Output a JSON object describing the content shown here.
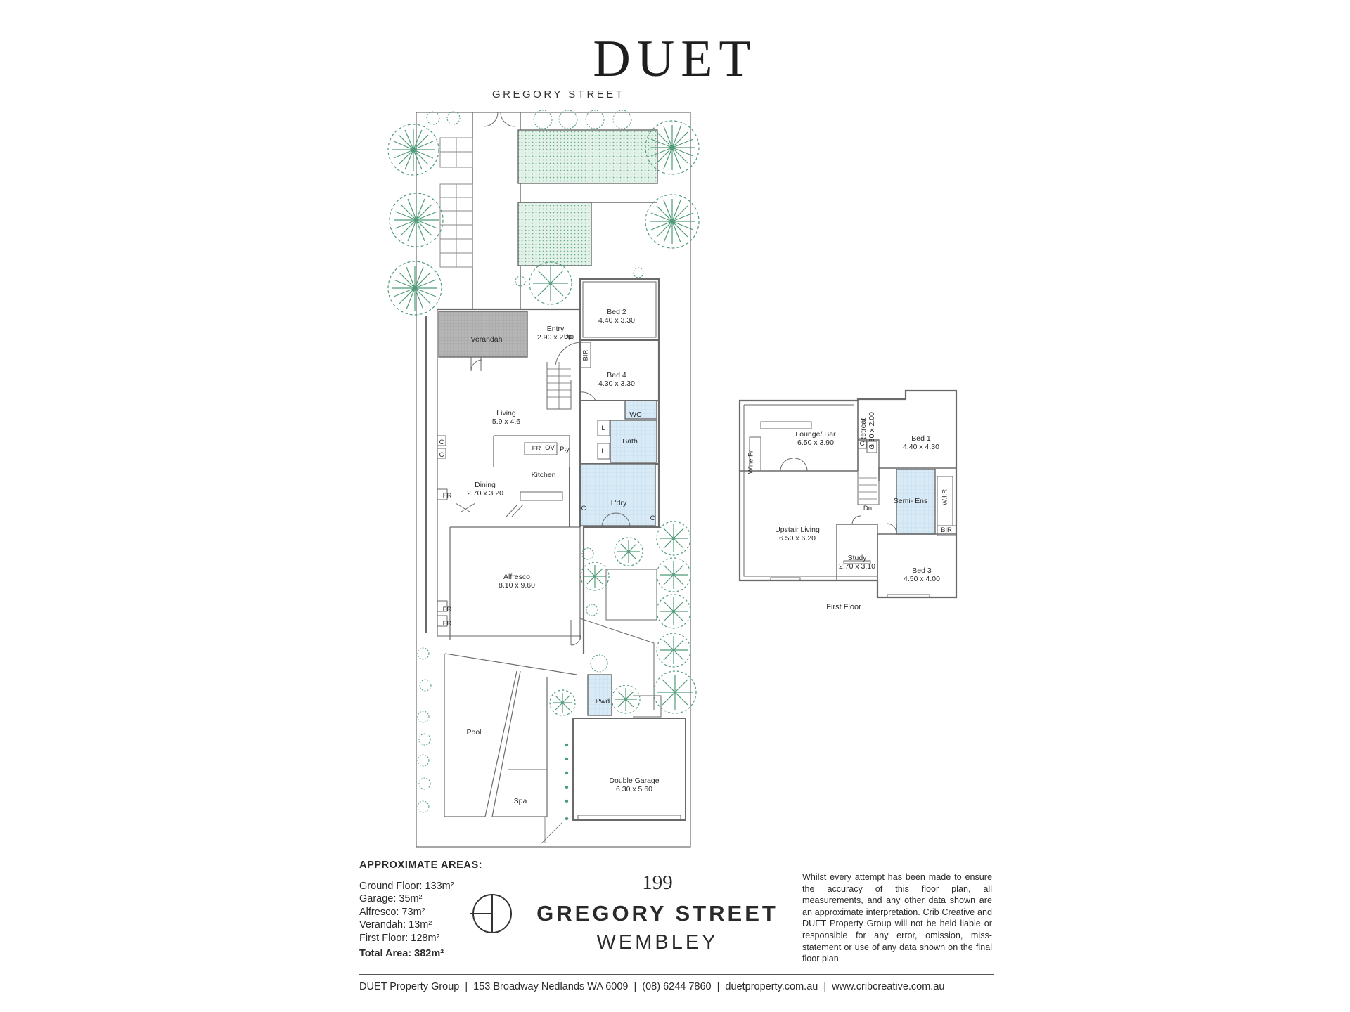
{
  "brand": {
    "logo_text": "DUET"
  },
  "site": {
    "street_label": "GREGORY STREET"
  },
  "ground_floor": {
    "rooms": [
      {
        "id": "bed2",
        "name": "Bed 2",
        "size": "4.40 x 3.30"
      },
      {
        "id": "entry",
        "name": "Entry",
        "size": "2.90 x 2.30"
      },
      {
        "id": "verandah",
        "name": "Verandah",
        "size": ""
      },
      {
        "id": "bed4",
        "name": "Bed 4",
        "size": "4.30 x 3.30"
      },
      {
        "id": "living",
        "name": "Living",
        "size": "5.9 x 4.6"
      },
      {
        "id": "bath",
        "name": "Bath",
        "size": ""
      },
      {
        "id": "wc",
        "name": "WC",
        "size": ""
      },
      {
        "id": "kitchen",
        "name": "Kitchen",
        "size": ""
      },
      {
        "id": "dining",
        "name": "Dining",
        "size": "2.70 x 3.20"
      },
      {
        "id": "ldry",
        "name": "L'dry",
        "size": ""
      },
      {
        "id": "alfresco",
        "name": "Alfresco",
        "size": "8.10 x 9.60"
      },
      {
        "id": "pwd",
        "name": "Pwd",
        "size": ""
      },
      {
        "id": "pool",
        "name": "Pool",
        "size": ""
      },
      {
        "id": "spa",
        "name": "Spa",
        "size": ""
      },
      {
        "id": "garage",
        "name": "Double Garage",
        "size": "6.30 x 5.60"
      }
    ],
    "fixtures": {
      "up": "Up",
      "bir": "BIR",
      "fr": "FR",
      "ov": "OV",
      "pty": "Pty",
      "c": "C",
      "l": "L"
    }
  },
  "first_floor": {
    "label": "First Floor",
    "rooms": [
      {
        "id": "lounge",
        "name": "Lounge/ Bar",
        "size": "6.50 x 3.90"
      },
      {
        "id": "retreat",
        "name": "Retreat",
        "size": "3.30 x 2.00"
      },
      {
        "id": "bed1",
        "name": "Bed 1",
        "size": "4.40 x 4.30"
      },
      {
        "id": "upstair-living",
        "name": "Upstair Living",
        "size": "6.50 x 6.20"
      },
      {
        "id": "semi-ens",
        "name": "Semi- Ens",
        "size": ""
      },
      {
        "id": "study",
        "name": "Study",
        "size": "2.70 x 3.10"
      },
      {
        "id": "bed3",
        "name": "Bed 3",
        "size": "4.50 x 4.00"
      }
    ],
    "fixtures": {
      "wir": "W.I.R",
      "bir": "BIR",
      "dn": "Dn",
      "c": "C",
      "wine": "Wine Fr"
    }
  },
  "areas": {
    "heading": "APPROXIMATE AREAS:",
    "items": [
      "Ground Floor: 133m²",
      "Garage: 35m²",
      "Alfresco: 73m²",
      "Verandah: 13m²",
      "First Floor: 128m²"
    ],
    "total": "Total Area: 382m²"
  },
  "address": {
    "number": "199",
    "street": "GREGORY STREET",
    "suburb": "WEMBLEY"
  },
  "disclaimer": "Whilst every attempt has been made to ensure the accuracy of this floor plan, all measurements, and any other data shown are an approximate interpretation. Crib Creative and DUET Property Group will not be held liable or responsible for any error, omission, miss-statement or use of any data shown on the final floor plan.",
  "footer": {
    "items": [
      "DUET Property Group",
      "153 Broadway Nedlands WA 6009",
      "(08) 6244 7860",
      "duetproperty.com.au",
      "www.cribcreative.com.au"
    ],
    "separator": "|"
  },
  "colors": {
    "wall": "#6a6a6a",
    "tree": "#4f9b78",
    "lawn": "#dff0e6",
    "wet": "#d5e9f5",
    "verandah": "#b9b9b9",
    "text": "#2a2a2a"
  }
}
